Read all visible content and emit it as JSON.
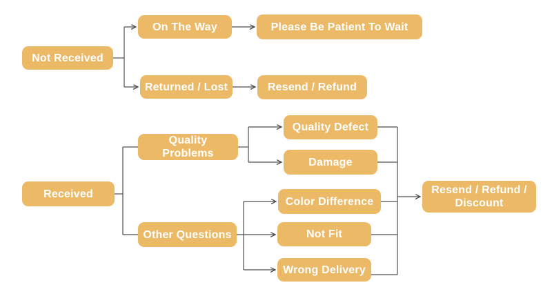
{
  "diagram": {
    "type": "flowchart",
    "colors": {
      "node_fill": "#ECB966",
      "node_text": "#FFFFFF",
      "line": "#4D4D4D",
      "background": "#FFFFFF"
    },
    "nodes": {
      "not_received": "Not Received",
      "on_the_way": "On The Way",
      "please_wait": "Please Be Patient To Wait",
      "returned_lost": "Returned / Lost",
      "resend_refund": "Resend / Refund",
      "received": "Received",
      "quality_problems": "Quality Problems",
      "other_questions": "Other Questions",
      "quality_defect": "Quality Defect",
      "damage": "Damage",
      "color_difference": "Color Difference",
      "not_fit": "Not Fit",
      "wrong_delivery": "Wrong Delivery",
      "resend_refund_discount": "Resend / Refund / Discount"
    },
    "edges": [
      {
        "from": "not_received",
        "to": "on_the_way",
        "arrow": true
      },
      {
        "from": "not_received",
        "to": "returned_lost",
        "arrow": true
      },
      {
        "from": "on_the_way",
        "to": "please_wait",
        "arrow": true
      },
      {
        "from": "returned_lost",
        "to": "resend_refund",
        "arrow": true
      },
      {
        "from": "received",
        "to": "quality_problems",
        "arrow": false
      },
      {
        "from": "received",
        "to": "other_questions",
        "arrow": false
      },
      {
        "from": "quality_problems",
        "to": "quality_defect",
        "arrow": true
      },
      {
        "from": "quality_problems",
        "to": "damage",
        "arrow": true
      },
      {
        "from": "other_questions",
        "to": "color_difference",
        "arrow": true
      },
      {
        "from": "other_questions",
        "to": "not_fit",
        "arrow": true
      },
      {
        "from": "other_questions",
        "to": "wrong_delivery",
        "arrow": true
      },
      {
        "from": "quality_defect",
        "to": "resend_refund_discount",
        "arrow": true
      },
      {
        "from": "damage",
        "to": "resend_refund_discount",
        "arrow": true
      },
      {
        "from": "color_difference",
        "to": "resend_refund_discount",
        "arrow": true
      },
      {
        "from": "not_fit",
        "to": "resend_refund_discount",
        "arrow": true
      },
      {
        "from": "wrong_delivery",
        "to": "resend_refund_discount",
        "arrow": true
      }
    ]
  }
}
